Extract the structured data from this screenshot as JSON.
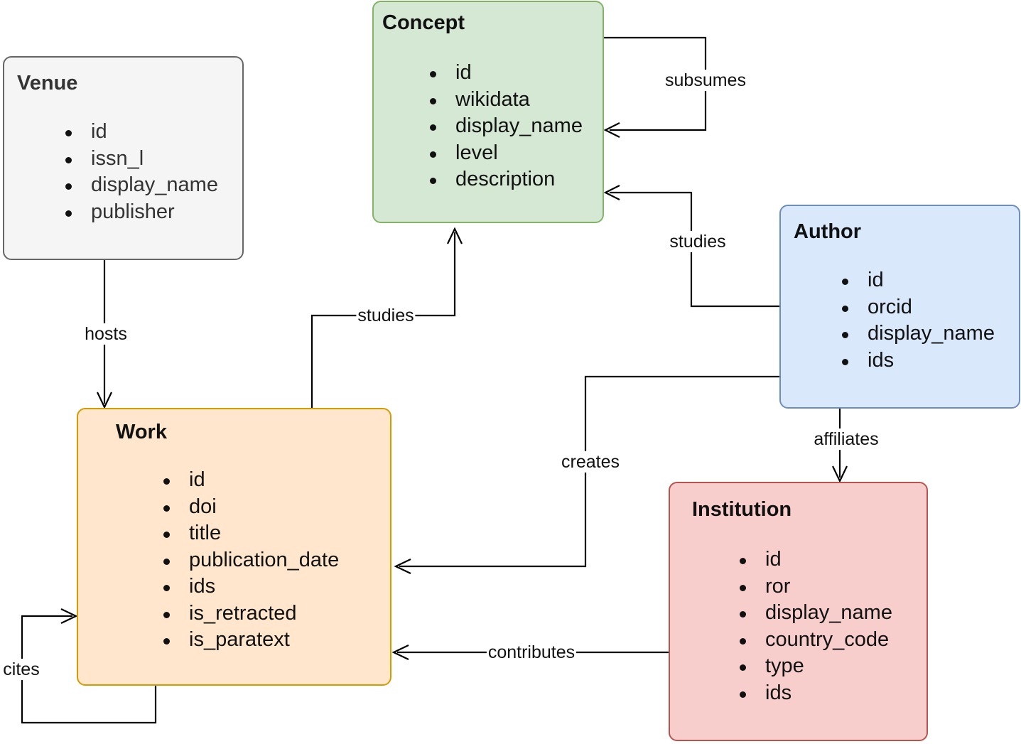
{
  "entities": {
    "venue": {
      "title": "Venue",
      "fields": [
        "id",
        "issn_l",
        "display_name",
        "publisher"
      ],
      "fill": "#f5f5f5",
      "stroke": "#666666",
      "text_color": "#333333"
    },
    "concept": {
      "title": "Concept",
      "fields": [
        "id",
        "wikidata",
        "display_name",
        "level",
        "description"
      ],
      "fill": "#d5e8d4",
      "stroke": "#82b366",
      "text_color": "#111111"
    },
    "author": {
      "title": "Author",
      "fields": [
        "id",
        "orcid",
        "display_name",
        "ids"
      ],
      "fill": "#dae8fc",
      "stroke": "#6c8ebf",
      "text_color": "#111111"
    },
    "work": {
      "title": "Work",
      "fields": [
        "id",
        "doi",
        "title",
        "publication_date",
        "ids",
        "is_retracted",
        "is_paratext"
      ],
      "fill": "#ffe6cc",
      "stroke": "#d79b00",
      "text_color": "#111111"
    },
    "institution": {
      "title": "Institution",
      "fields": [
        "id",
        "ror",
        "display_name",
        "country_code",
        "type",
        "ids"
      ],
      "fill": "#f8cecc",
      "stroke": "#b85450",
      "text_color": "#111111"
    }
  },
  "relations": {
    "subsumes": "subsumes",
    "author_studies": "studies",
    "work_studies": "studies",
    "hosts": "hosts",
    "creates": "creates",
    "affiliates": "affiliates",
    "contributes": "contributes",
    "cites": "cites"
  }
}
